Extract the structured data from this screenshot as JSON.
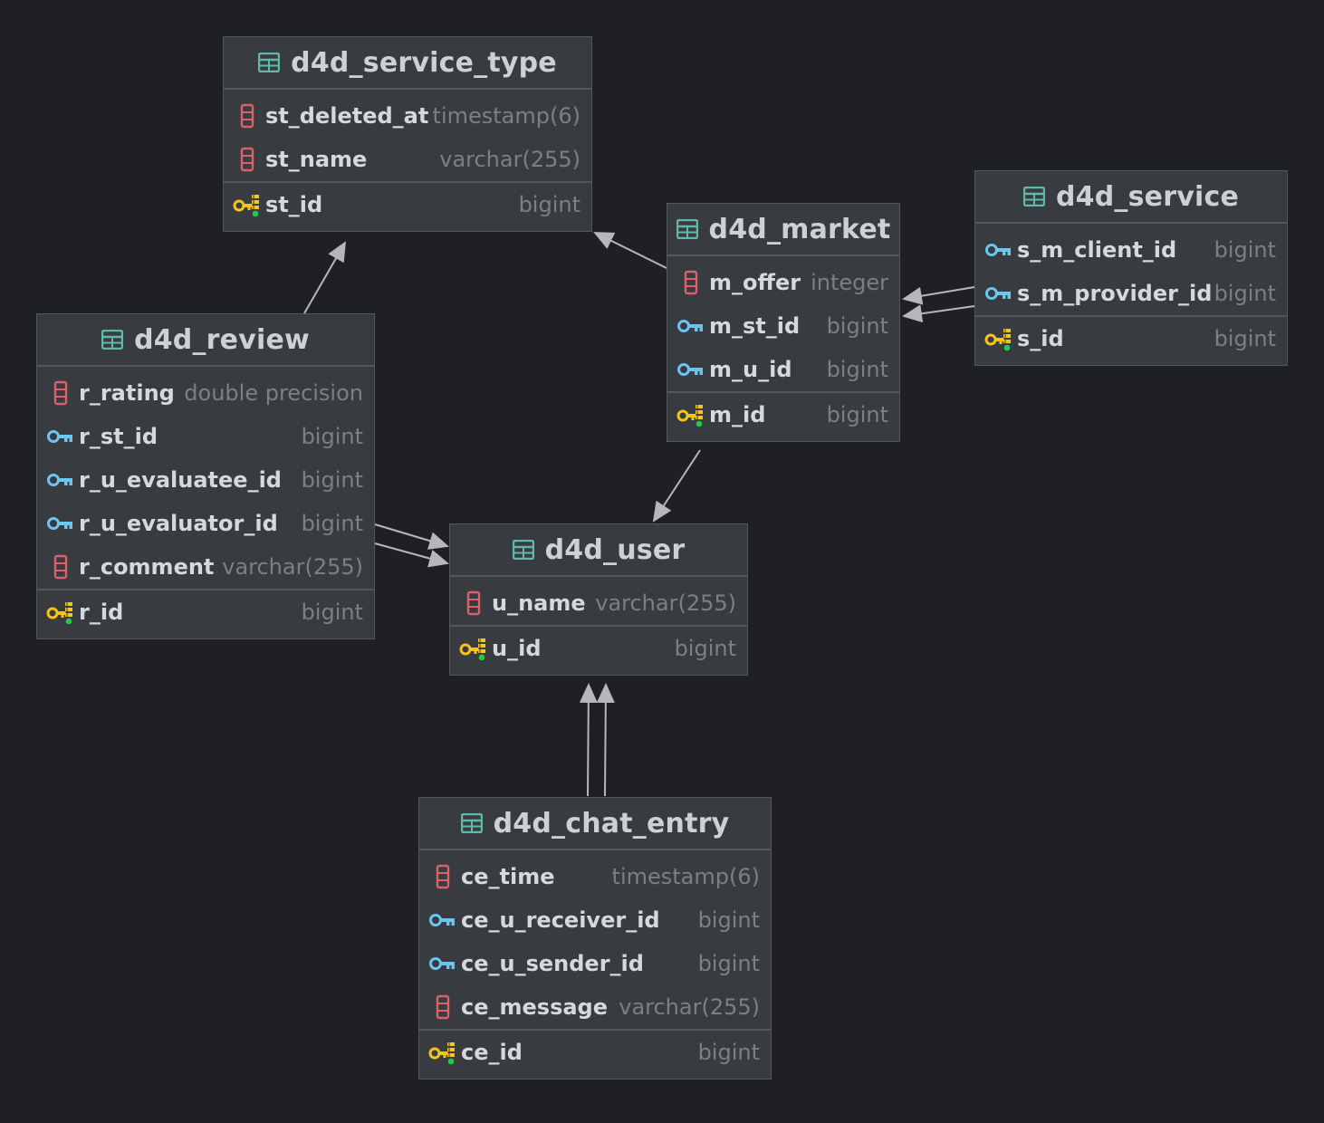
{
  "tables": {
    "service_type": {
      "name": "d4d_service_type",
      "fields": [
        {
          "name": "st_deleted_at",
          "type": "timestamp(6)",
          "icon": "column-icon"
        },
        {
          "name": "st_name",
          "type": "varchar(255)",
          "icon": "column-icon"
        },
        {
          "name": "st_id",
          "type": "bigint",
          "icon": "primary-key-icon"
        }
      ]
    },
    "market": {
      "name": "d4d_market",
      "fields": [
        {
          "name": "m_offer",
          "type": "integer",
          "icon": "column-icon"
        },
        {
          "name": "m_st_id",
          "type": "bigint",
          "icon": "foreign-key-icon"
        },
        {
          "name": "m_u_id",
          "type": "bigint",
          "icon": "foreign-key-icon"
        },
        {
          "name": "m_id",
          "type": "bigint",
          "icon": "primary-key-icon"
        }
      ]
    },
    "service": {
      "name": "d4d_service",
      "fields": [
        {
          "name": "s_m_client_id",
          "type": "bigint",
          "icon": "foreign-key-icon"
        },
        {
          "name": "s_m_provider_id",
          "type": "bigint",
          "icon": "foreign-key-icon"
        },
        {
          "name": "s_id",
          "type": "bigint",
          "icon": "primary-key-icon"
        }
      ]
    },
    "review": {
      "name": "d4d_review",
      "fields": [
        {
          "name": "r_rating",
          "type": "double precision",
          "icon": "column-icon"
        },
        {
          "name": "r_st_id",
          "type": "bigint",
          "icon": "foreign-key-icon"
        },
        {
          "name": "r_u_evaluatee_id",
          "type": "bigint",
          "icon": "foreign-key-icon"
        },
        {
          "name": "r_u_evaluator_id",
          "type": "bigint",
          "icon": "foreign-key-icon"
        },
        {
          "name": "r_comment",
          "type": "varchar(255)",
          "icon": "column-icon"
        },
        {
          "name": "r_id",
          "type": "bigint",
          "icon": "primary-key-icon"
        }
      ]
    },
    "user": {
      "name": "d4d_user",
      "fields": [
        {
          "name": "u_name",
          "type": "varchar(255)",
          "icon": "column-icon"
        },
        {
          "name": "u_id",
          "type": "bigint",
          "icon": "primary-key-icon"
        }
      ]
    },
    "chat_entry": {
      "name": "d4d_chat_entry",
      "fields": [
        {
          "name": "ce_time",
          "type": "timestamp(6)",
          "icon": "column-icon"
        },
        {
          "name": "ce_u_receiver_id",
          "type": "bigint",
          "icon": "foreign-key-icon"
        },
        {
          "name": "ce_u_sender_id",
          "type": "bigint",
          "icon": "foreign-key-icon"
        },
        {
          "name": "ce_message",
          "type": "varchar(255)",
          "icon": "column-icon"
        },
        {
          "name": "ce_id",
          "type": "bigint",
          "icon": "primary-key-icon"
        }
      ]
    }
  },
  "relationships": [
    {
      "from": "d4d_review",
      "to": "d4d_service_type"
    },
    {
      "from": "d4d_market",
      "to": "d4d_service_type"
    },
    {
      "from": "d4d_service",
      "to": "d4d_market"
    },
    {
      "from": "d4d_service",
      "to": "d4d_market"
    },
    {
      "from": "d4d_review",
      "to": "d4d_user"
    },
    {
      "from": "d4d_review",
      "to": "d4d_user"
    },
    {
      "from": "d4d_market",
      "to": "d4d_user"
    },
    {
      "from": "d4d_chat_entry",
      "to": "d4d_user"
    },
    {
      "from": "d4d_chat_entry",
      "to": "d4d_user"
    }
  ],
  "colors": {
    "background": "#1f2023",
    "table_icon": "#5fb8a8",
    "column_icon": "#d9626b",
    "foreign_key_icon": "#6cc4f2",
    "primary_key_icon": "#f5c518",
    "connector": "#b5b7ba"
  }
}
